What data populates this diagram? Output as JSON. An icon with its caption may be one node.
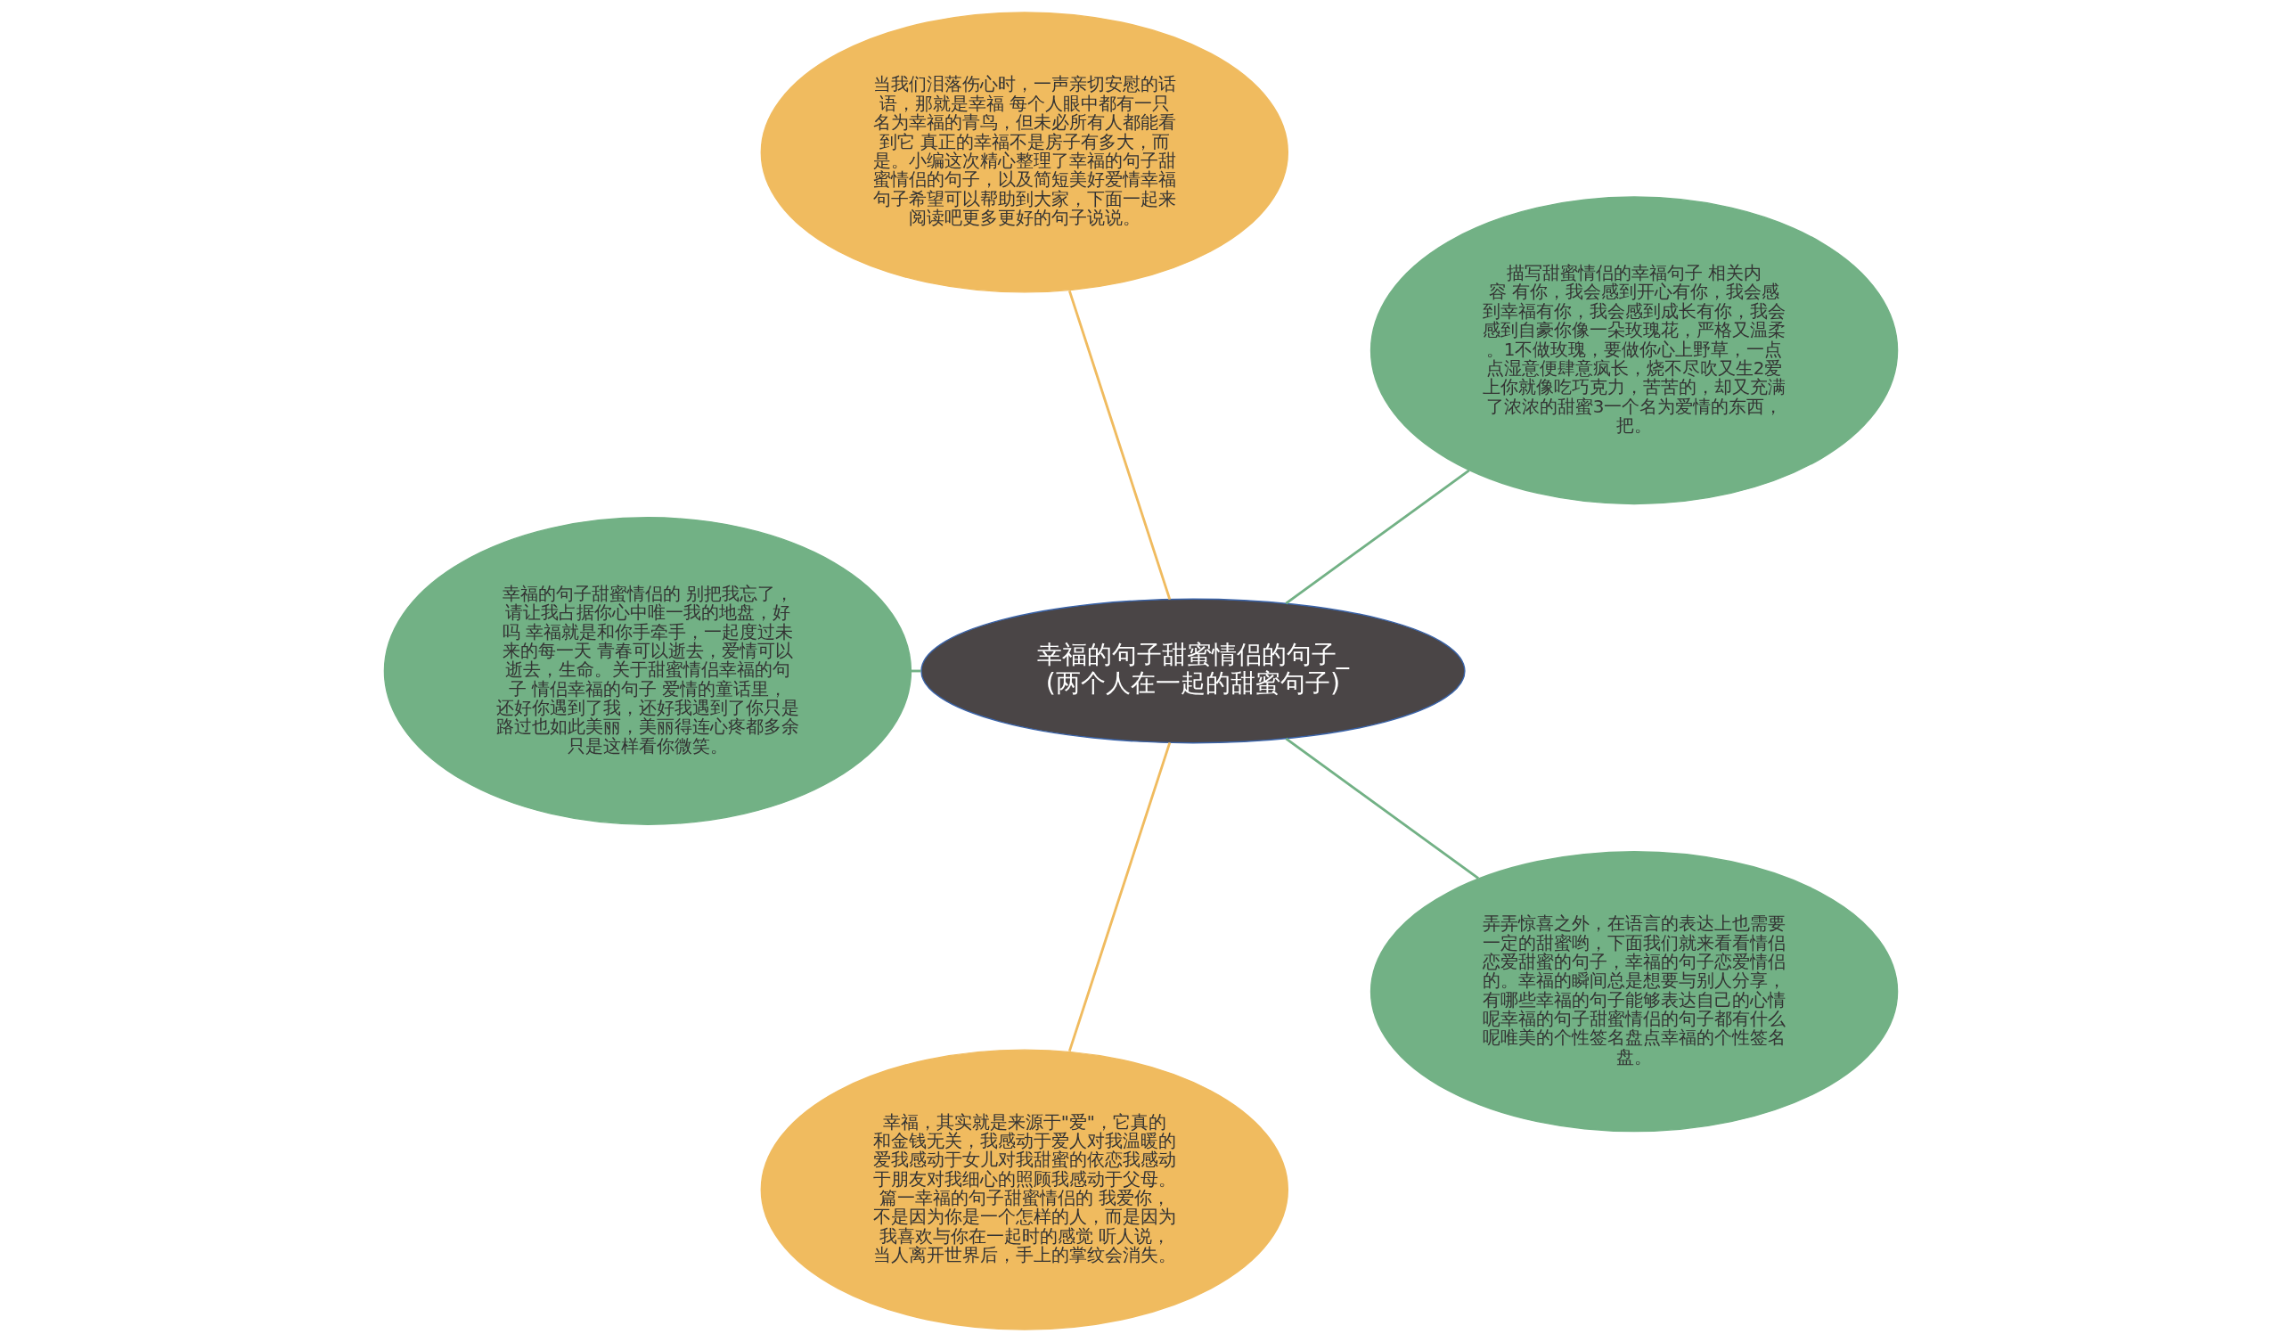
{
  "diagram": {
    "nodes": [
      {
        "text": [
          "幸福的句子甜蜜情侣的句子_(两个人在一起的甜蜜句子)"
        ]
      },
      {
        "text": [
          "描写甜蜜情侣的幸福句子 相关内容 有你，我会感到开心有你，我会感到幸福有你，我会感到成长有你，我会感到自豪你像一朵玫瑰花，严格又温柔。1不做玫瑰，要做你心上野草，一点点湿意便肆意疯长，烧不尽吹又生2爱上你就像吃巧克力，苦苦的，却又充满了浓浓的甜蜜3一个名为爱情的东西，把。"
        ]
      },
      {
        "text": [
          "当我们泪落伤心时，一声亲切安慰的话语，那就是幸福 每个人眼中都有一只名为幸福的青鸟，但未必所有人都能看到它 真正的幸福不是房子有多大，而是。小编这次精心整理了幸福的句子甜蜜情侣的句子，以及简短美好爱情幸福句子希望可以帮助到大家，下面一起来阅读吧更多更好的句子说说。"
        ]
      },
      {
        "text": [
          "幸福的句子甜蜜情侣的 别把我忘了，请让我占据你心中唯一我的地盘，好吗 幸福就是和你手牵手，一起度过未来的每一天 青春可以逝去，爱情可以逝去，生命。关于甜蜜情侣幸福的句子 情侣幸福的句子 爱情的童话里，还好你遇到了我，还好我遇到了你只是路过也如此美丽，美丽得连心疼都多余只是这样看你微笑。"
        ]
      },
      {
        "text": [
          "幸福，其实就是来源于\"爱\"，它真的和金钱无关，我感动于爱人对我温暖的爱我感动于女儿对我甜蜜的依恋我感动于朋友对我细心的照顾我感动于父母。篇一幸福的句子甜蜜情侣的 我爱你，不是因为你是一个怎样的人，而是因为我喜欢与你在一起时的感觉 听人说，当人离开世界后，手上的掌纹会消失。"
        ]
      },
      {
        "text": [
          "弄弄惊喜之外，在语言的表达上也需要一定的甜蜜哟，下面我们就来看看情侣恋爱甜蜜的句子，幸福的句子恋爱情侣的。幸福的瞬间总是想要与别人分享，有哪些幸福的句子能够表达自己的心情呢幸福的句子甜蜜情侣的句子都有什么呢唯美的个性签名盘点幸福的个性签名盘。"
        ]
      }
    ],
    "edges": [
      {
        "from": 0,
        "to": 1,
        "arrow": "none"
      },
      {
        "from": 0,
        "to": 2,
        "arrow": "none",
        "color": "#f0bb5f"
      },
      {
        "from": 0,
        "to": 3,
        "arrow": "none"
      },
      {
        "from": 0,
        "to": 4,
        "arrow": "none",
        "color": "#f0bb5f"
      },
      {
        "from": 0,
        "to": 5,
        "arrow": "none"
      }
    ]
  }
}
